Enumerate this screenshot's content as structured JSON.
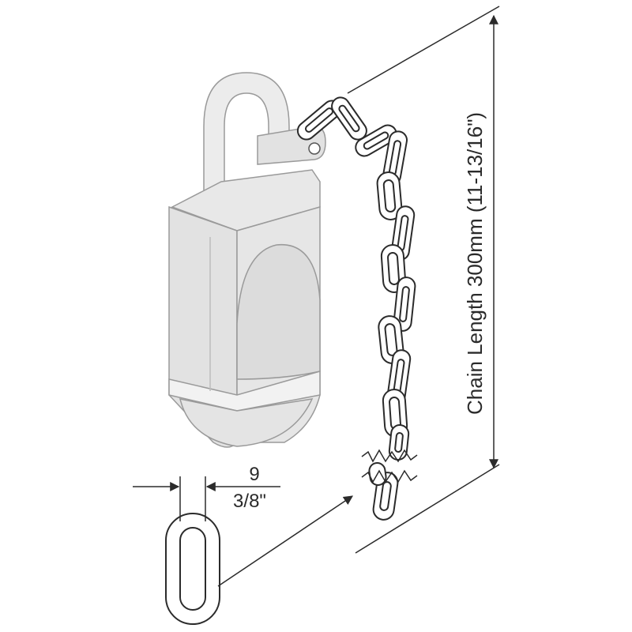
{
  "dimensions": {
    "chain_length_label": "Chain Length 300mm  (11-13/16\")",
    "link_width_metric": "9",
    "link_width_imperial": "3/8\""
  },
  "colors": {
    "line": "#2b2b2b",
    "lock_body": "#e6e6e6",
    "lock_shade": "#d4d4d4",
    "background": "#ffffff"
  },
  "components": {
    "padlock": "padlock-icon",
    "chain": "chain-icon",
    "link_detail": "chain-link-icon"
  }
}
